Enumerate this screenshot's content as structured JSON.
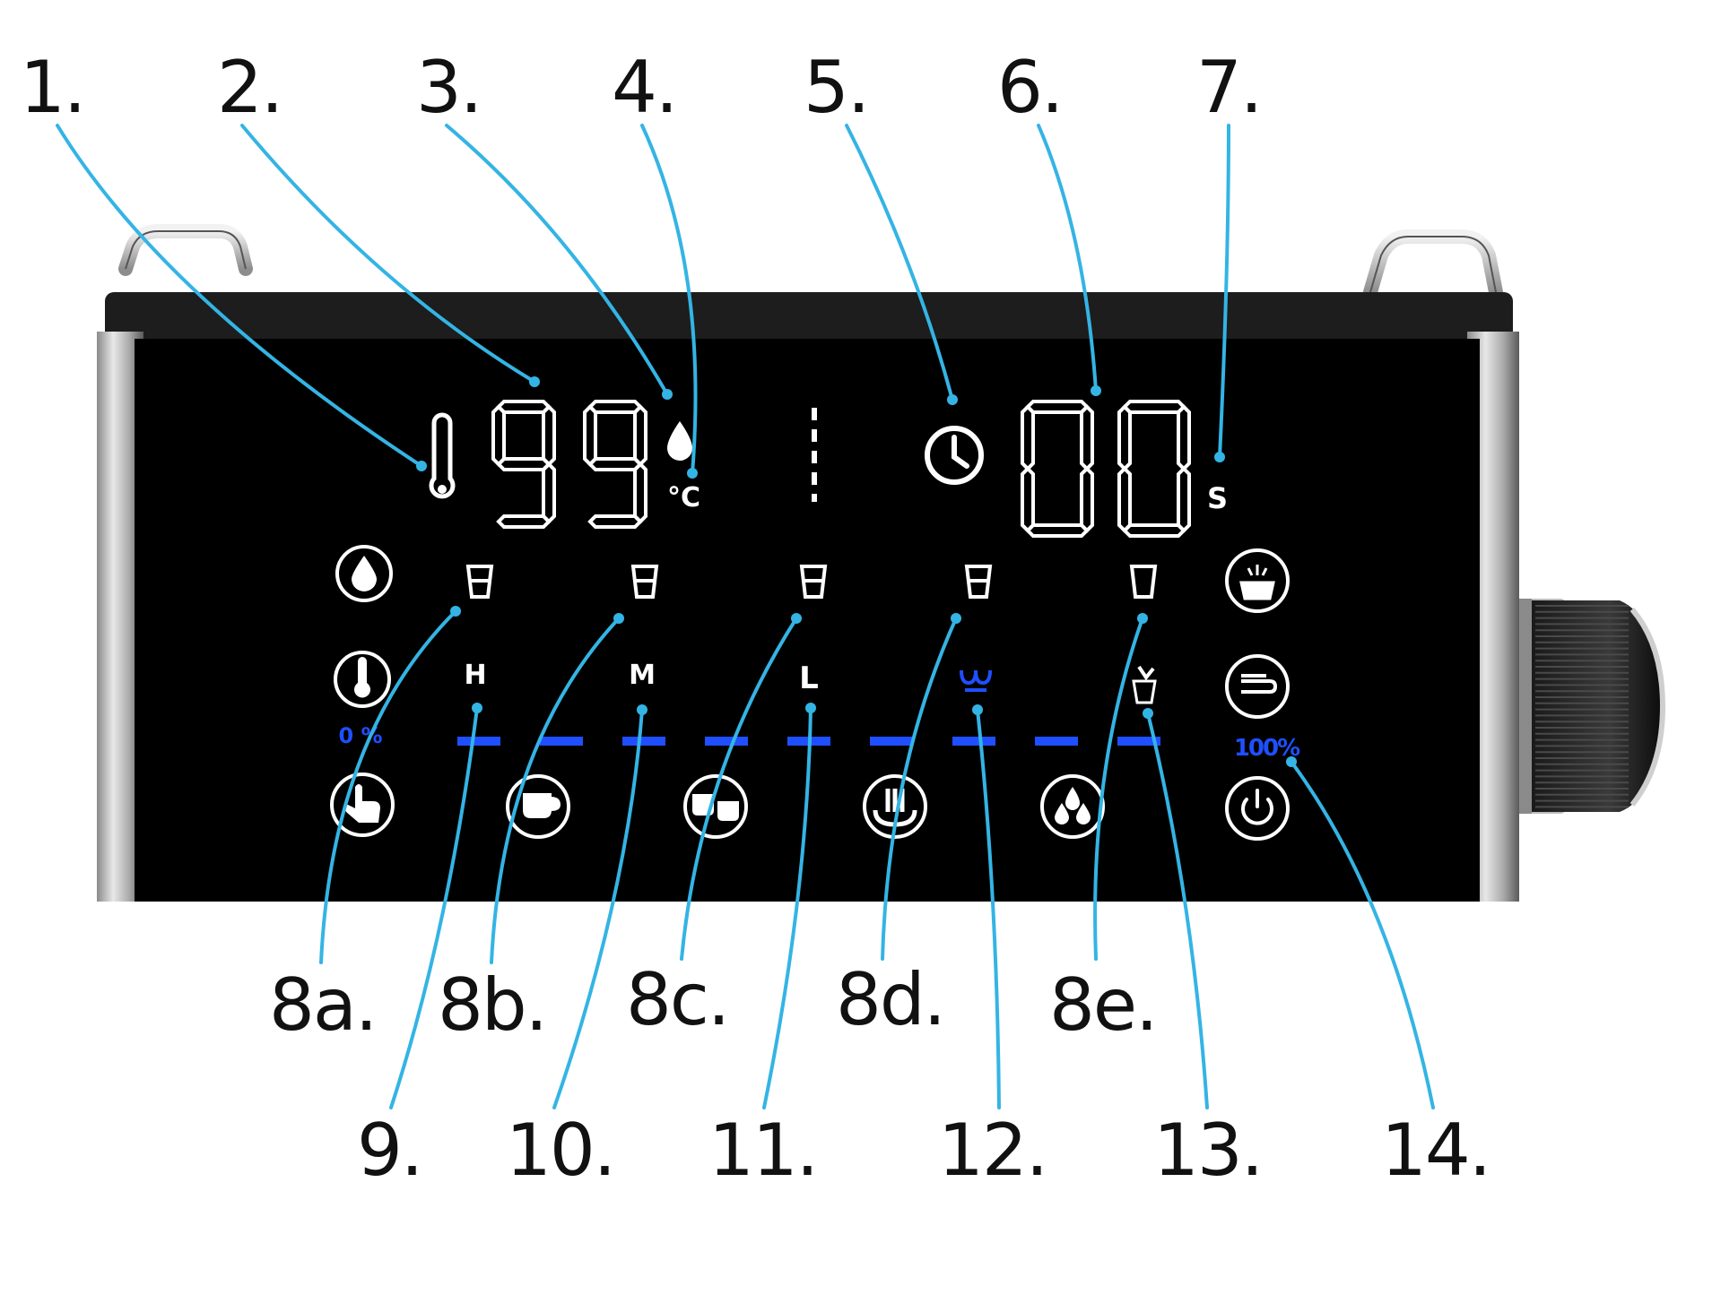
{
  "callouts_top": [
    "1.",
    "2.",
    "3.",
    "4.",
    "5.",
    "6.",
    "7."
  ],
  "callouts_mid": [
    "8a.",
    "8b.",
    "8c.",
    "8d.",
    "8e."
  ],
  "callouts_bottom": [
    "9.",
    "10.",
    "11.",
    "12.",
    "13.",
    "14."
  ],
  "panel": {
    "temperature_value": "99",
    "temperature_unit": "°C",
    "time_value": "00",
    "time_unit": "S",
    "level_labels": [
      "H",
      "M",
      "L"
    ],
    "percent_min": "0 %",
    "percent_max": "100%"
  },
  "colors": {
    "callout_line": "#34b4e4",
    "panel_bg": "#000000",
    "display_white": "#ffffff",
    "indicator_blue": "#1f4fff"
  },
  "icons": {
    "left_column": [
      "water-drop-icon",
      "thermometer-icon",
      "hand-press-icon"
    ],
    "bottom_row": [
      "single-cup-icon",
      "double-cup-icon",
      "steam-icon",
      "rinse-drops-icon"
    ],
    "right_column": [
      "descale-icon",
      "filter-icon",
      "power-icon"
    ]
  }
}
